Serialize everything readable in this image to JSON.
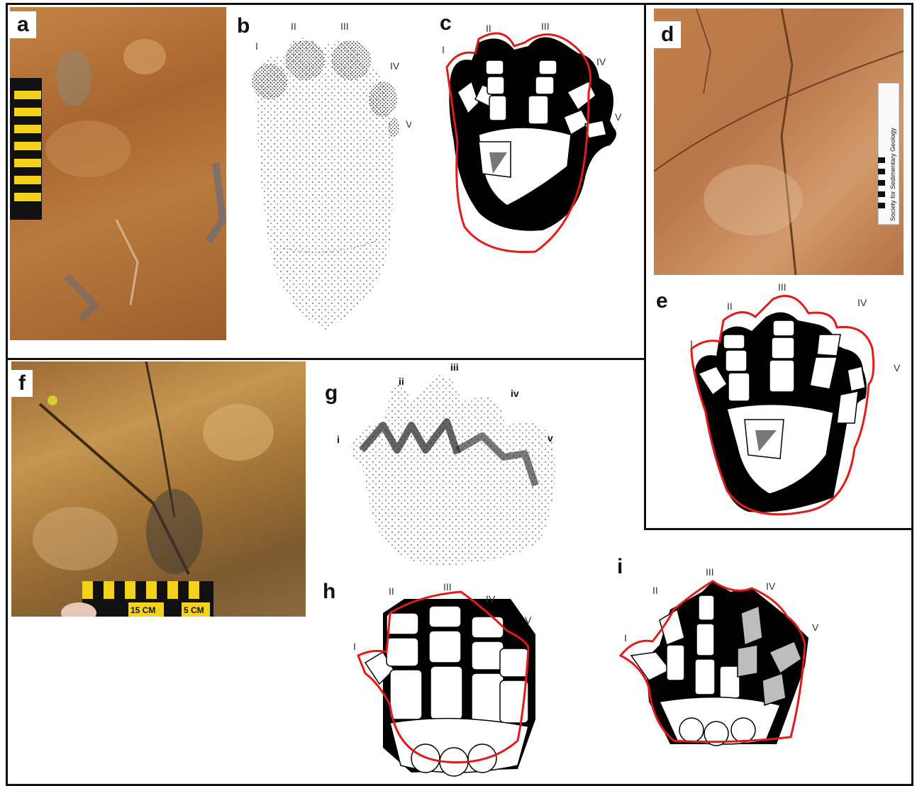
{
  "panels": {
    "a": {
      "label": "a"
    },
    "b": {
      "label": "b",
      "digits": [
        "I",
        "II",
        "III",
        "IV",
        "V"
      ]
    },
    "c": {
      "label": "c",
      "digits": [
        "I",
        "II",
        "III",
        "IV",
        "V"
      ]
    },
    "d": {
      "label": "d",
      "scale_text": "Society for Sedimentary Geology"
    },
    "e": {
      "label": "e",
      "digits": [
        "I",
        "II",
        "III",
        "IV",
        "V"
      ]
    },
    "f": {
      "label": "f",
      "scale_labels": [
        "15 CM",
        "5 CM"
      ]
    },
    "g": {
      "label": "g",
      "digits": [
        "i",
        "ii",
        "iii",
        "iv",
        "v"
      ]
    },
    "h": {
      "label": "h",
      "digits": [
        "I",
        "II",
        "III",
        "IV",
        "V"
      ]
    },
    "i": {
      "label": "i",
      "digits": [
        "I",
        "II",
        "III",
        "IV",
        "V"
      ]
    }
  },
  "colors": {
    "outline_red": "#e01b1b",
    "rock": "#b5733a",
    "scale_yellow": "#f2d21b",
    "pad_black": "#000000"
  }
}
